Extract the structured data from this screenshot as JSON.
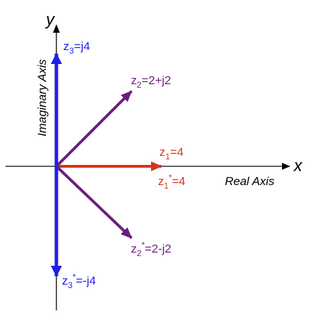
{
  "axes": {
    "x_symbol": "x",
    "y_symbol": "y",
    "real_axis_label": "Real Axis",
    "imaginary_axis_label": "Imaginary Axis"
  },
  "vectors": [
    {
      "id": "z1",
      "base": "z",
      "sub": "1",
      "sup": "",
      "rest": "=4",
      "color": "#d6341c",
      "re": 4,
      "im": 0
    },
    {
      "id": "z1_conj",
      "base": "z",
      "sub": "1",
      "sup": "*",
      "rest": "=4",
      "color": "#d6341c",
      "re": 4,
      "im": 0
    },
    {
      "id": "z2",
      "base": "z",
      "sub": "2",
      "sup": "",
      "rest": "=2+j2",
      "color": "#6a1f7a",
      "re": 2,
      "im": 2
    },
    {
      "id": "z2_conj",
      "base": "z",
      "sub": "2",
      "sup": "*",
      "rest": "=2-j2",
      "color": "#6a1f7a",
      "re": 2,
      "im": -2
    },
    {
      "id": "z3",
      "base": "z",
      "sub": "3",
      "sup": "",
      "rest": "=j4",
      "color": "#1f1fe6",
      "re": 0,
      "im": 4
    },
    {
      "id": "z3_conj",
      "base": "z",
      "sub": "3",
      "sup": "*",
      "rest": "=-j4",
      "color": "#1f1fe6",
      "re": 0,
      "im": -4
    }
  ]
}
